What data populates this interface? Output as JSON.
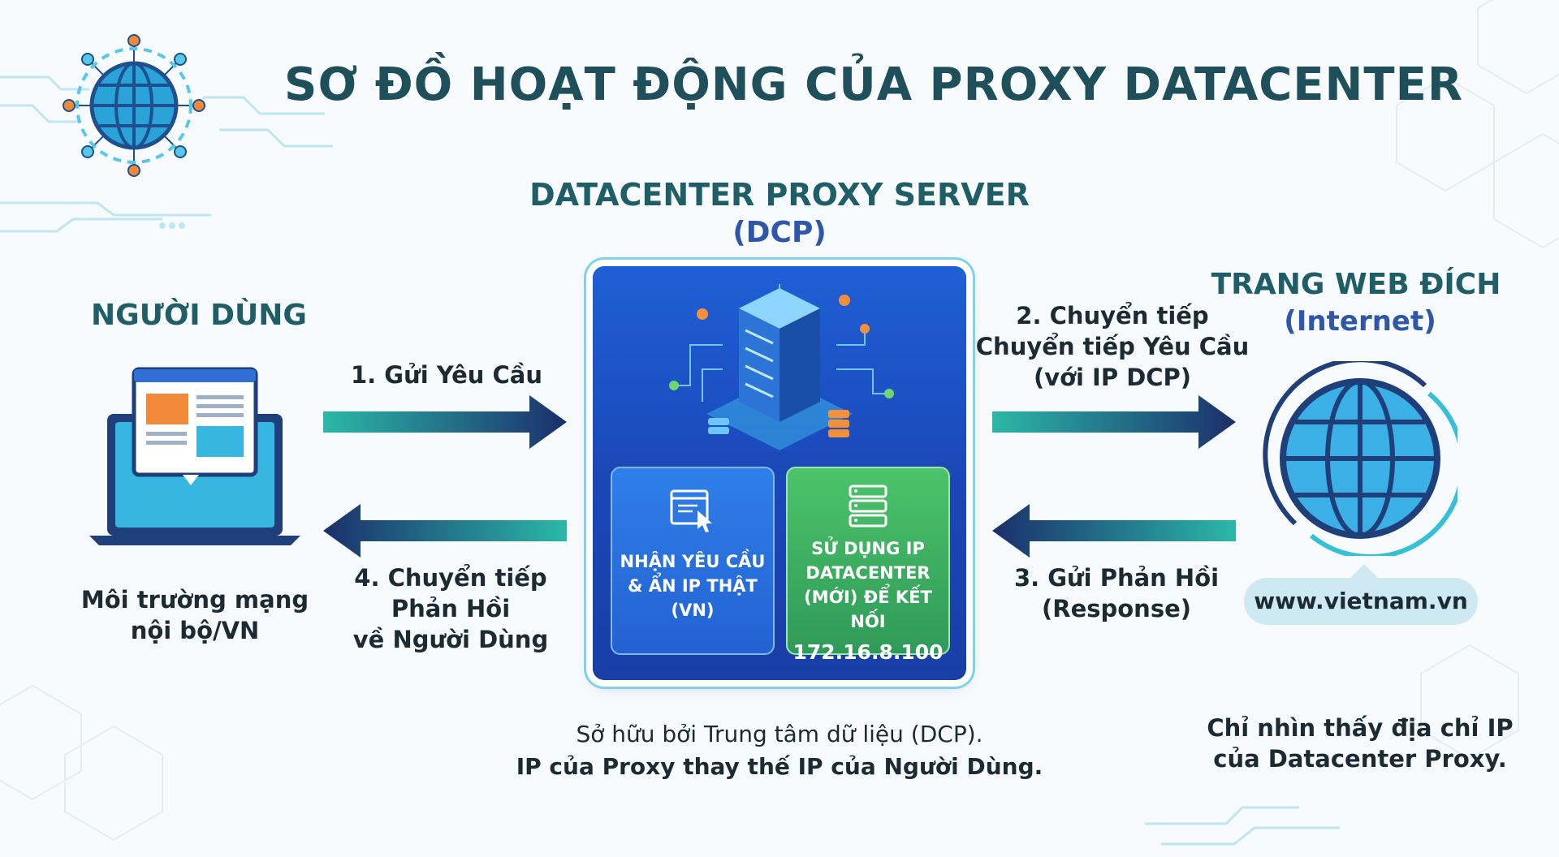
{
  "title": "SƠ ĐỒ HOẠT ĐỘNG CỦA PROXY DATACENTER",
  "server": {
    "heading": "DATACENTER PROXY SERVER",
    "abbr": "(DCP)",
    "card_left": [
      "NHẬN YÊU CẦU",
      "& ẨN IP THẬT",
      "(VN)"
    ],
    "card_right": [
      "SỬ DỤNG IP",
      "DATACENTER",
      "(MỚI) ĐỂ KẾT NỐI"
    ],
    "ip": "172.16.8.100",
    "caption_line1": "Sở hữu bởi Trung tâm dữ liệu (DCP).",
    "caption_line2": "IP của Proxy thay thế IP của Người Dùng."
  },
  "user": {
    "heading": "NGƯỜI DÙNG",
    "caption": [
      "Môi trường mạng",
      "nội bộ/VN"
    ]
  },
  "target": {
    "heading": "TRANG WEB ĐÍCH",
    "sub": "(Internet)",
    "url": "www.vietnam.vn",
    "caption": [
      "Chỉ nhìn thấy địa chỉ IP",
      "của Datacenter Proxy."
    ]
  },
  "steps": {
    "s1": "1. Gửi Yêu Cầu",
    "s2": [
      "2. Chuyển tiếp",
      "Chuyển tiếp Yêu Cầu",
      "(với IP DCP)"
    ],
    "s3": [
      "3. Gửi Phản Hồi",
      "(Response)"
    ],
    "s4": [
      "4. Chuyển tiếp",
      "Phản Hồi",
      "về Người Dùng"
    ]
  },
  "colors": {
    "heading": "#1f5e66",
    "blue_accent": "#2f56a8",
    "arrow_start": "#2bb8a8",
    "arrow_end": "#1b2f6b",
    "server_blue": "#1f5fd6",
    "card_green": "#3fae60"
  }
}
